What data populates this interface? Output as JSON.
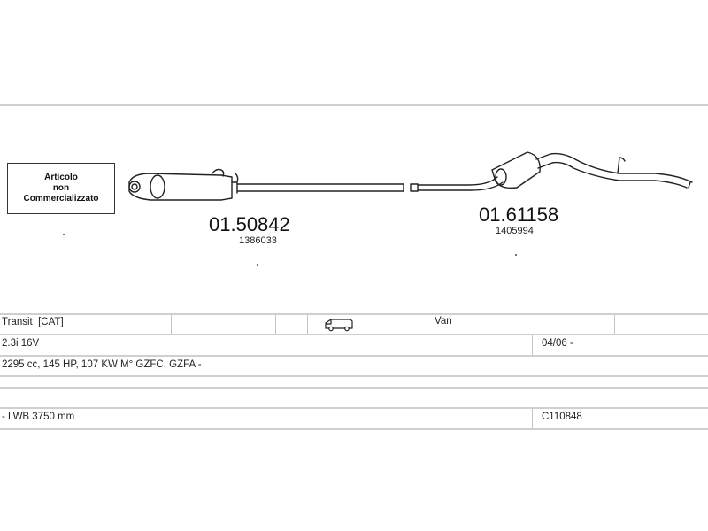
{
  "diagram": {
    "note": [
      "Articolo",
      "non",
      "Commercializzato"
    ],
    "parts": [
      {
        "code": "01.50842",
        "oem": "1386033"
      },
      {
        "code": "01.61158",
        "oem": "1405994"
      }
    ]
  },
  "vehicle_table": {
    "model": "Transit  [CAT]",
    "body_icon": "van-icon",
    "body_type": "Van",
    "engine": "2.3i 16V",
    "production_date": "04/06 -",
    "specs": "2295 cc, 145 HP, 107 KW M° GZFC, GZFA -",
    "wheelbase": "- LWB 3750 mm",
    "catalog_code": "C110848"
  }
}
